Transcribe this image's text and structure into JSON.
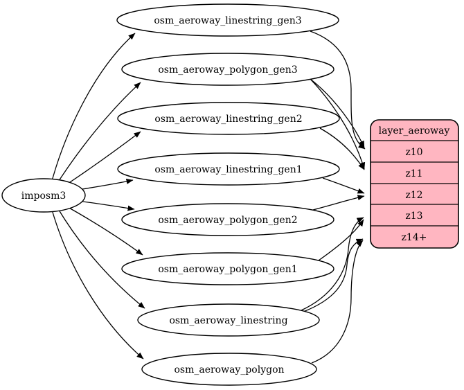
{
  "diagram": {
    "type": "etl-graph",
    "source": {
      "id": "imposm3",
      "label": "imposm3"
    },
    "tables": [
      {
        "id": "osm_aeroway_linestring_gen3",
        "label": "osm_aeroway_linestring_gen3"
      },
      {
        "id": "osm_aeroway_polygon_gen3",
        "label": "osm_aeroway_polygon_gen3"
      },
      {
        "id": "osm_aeroway_linestring_gen2",
        "label": "osm_aeroway_linestring_gen2"
      },
      {
        "id": "osm_aeroway_linestring_gen1",
        "label": "osm_aeroway_linestring_gen1"
      },
      {
        "id": "osm_aeroway_polygon_gen2",
        "label": "osm_aeroway_polygon_gen2"
      },
      {
        "id": "osm_aeroway_polygon_gen1",
        "label": "osm_aeroway_polygon_gen1"
      },
      {
        "id": "osm_aeroway_linestring",
        "label": "osm_aeroway_linestring"
      },
      {
        "id": "osm_aeroway_polygon",
        "label": "osm_aeroway_polygon"
      }
    ],
    "layer": {
      "header": "layer_aeroway",
      "rows": [
        {
          "label": "z10"
        },
        {
          "label": "z11"
        },
        {
          "label": "z12"
        },
        {
          "label": "z13"
        },
        {
          "label": "z14+"
        }
      ]
    },
    "edges": [
      {
        "from": "imposm3",
        "to": "osm_aeroway_linestring_gen3"
      },
      {
        "from": "imposm3",
        "to": "osm_aeroway_polygon_gen3"
      },
      {
        "from": "imposm3",
        "to": "osm_aeroway_linestring_gen2"
      },
      {
        "from": "imposm3",
        "to": "osm_aeroway_linestring_gen1"
      },
      {
        "from": "imposm3",
        "to": "osm_aeroway_polygon_gen2"
      },
      {
        "from": "imposm3",
        "to": "osm_aeroway_polygon_gen1"
      },
      {
        "from": "imposm3",
        "to": "osm_aeroway_linestring"
      },
      {
        "from": "imposm3",
        "to": "osm_aeroway_polygon"
      },
      {
        "from": "osm_aeroway_linestring_gen3",
        "to": "layer_aeroway.z10"
      },
      {
        "from": "osm_aeroway_polygon_gen3",
        "to": "layer_aeroway.z10"
      },
      {
        "from": "osm_aeroway_polygon_gen3",
        "to": "layer_aeroway.z11"
      },
      {
        "from": "osm_aeroway_linestring_gen2",
        "to": "layer_aeroway.z11"
      },
      {
        "from": "osm_aeroway_linestring_gen1",
        "to": "layer_aeroway.z12"
      },
      {
        "from": "osm_aeroway_polygon_gen2",
        "to": "layer_aeroway.z12"
      },
      {
        "from": "osm_aeroway_linestring",
        "to": "layer_aeroway.z13"
      },
      {
        "from": "osm_aeroway_polygon_gen1",
        "to": "layer_aeroway.z13"
      },
      {
        "from": "osm_aeroway_linestring",
        "to": "layer_aeroway.z14+"
      },
      {
        "from": "osm_aeroway_polygon",
        "to": "layer_aeroway.z14+"
      }
    ],
    "colors": {
      "layer_fill": "#ffb6c1",
      "node_fill": "#ffffff",
      "stroke": "#000000",
      "text": "#000000",
      "background": "#ffffff"
    }
  }
}
